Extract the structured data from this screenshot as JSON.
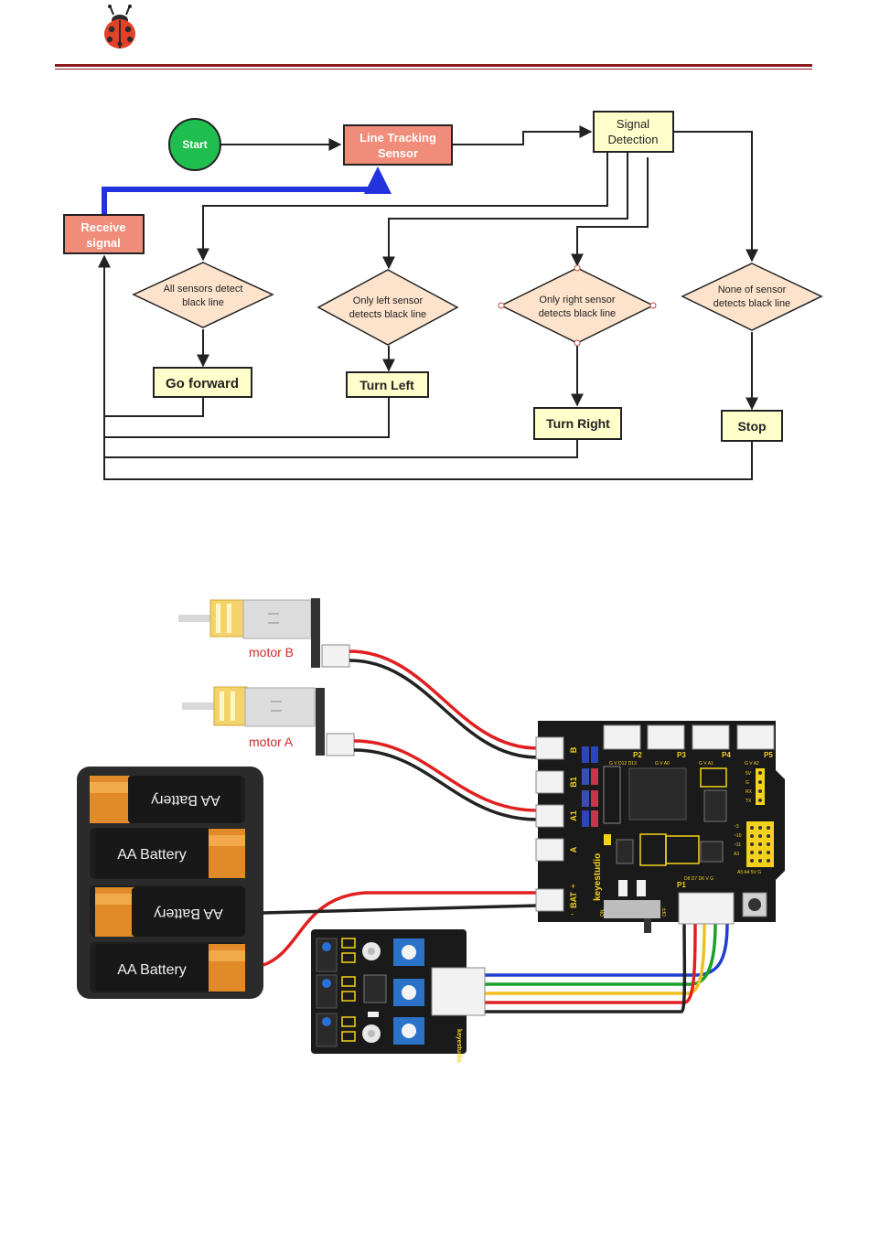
{
  "flowchart": {
    "start": "Start",
    "sensor": [
      "Line Tracking",
      "Sensor"
    ],
    "signal_detection": [
      "Signal",
      "Detection"
    ],
    "receive_signal": [
      "Receive",
      "signal"
    ],
    "decisions": [
      [
        "All sensors detect",
        "black line"
      ],
      [
        "Only left sensor",
        "detects black line"
      ],
      [
        "Only right sensor",
        "detects black line"
      ],
      [
        "None of sensor",
        "detects black line"
      ]
    ],
    "actions": [
      "Go forward",
      "Turn Left",
      "Turn Right",
      "Stop"
    ]
  },
  "wiring": {
    "motor_b": "motor B",
    "motor_a": "motor A",
    "battery_labels": [
      "AA Battery",
      "AA Battery",
      "AA Battery",
      "AA Battery"
    ],
    "board_brand": "keyestudio",
    "sensor_brand": "keyestudio",
    "port_labels": [
      "B",
      "B1",
      "A1",
      "A",
      "BAT"
    ],
    "header_labels": [
      "P2",
      "P3",
      "P4",
      "P5",
      "P1"
    ],
    "pin_rows": [
      "G V D12 D13",
      "G V A0",
      "G V A1",
      "G V A2",
      "D8 D7 D6 V G"
    ],
    "side_pins": [
      "5V",
      "G",
      "RX",
      "TX"
    ],
    "right_pins": [
      "~3",
      "~10",
      "~11",
      "A3"
    ],
    "bottom_pins": "A5 A4 5V G",
    "switch_labels": [
      "ON",
      "OFF"
    ],
    "bat_polarity": [
      "+",
      "-"
    ]
  },
  "colors": {
    "accent_rule": "#8b1d20",
    "start_fill": "#1fbf4f",
    "process_fill": "#f08c7a",
    "decision_fill": "#fde3cc",
    "action_fill": "#ffffcc",
    "loop_arrow": "#2233dd",
    "wire_red": "#e02020",
    "wire_black": "#222222"
  }
}
